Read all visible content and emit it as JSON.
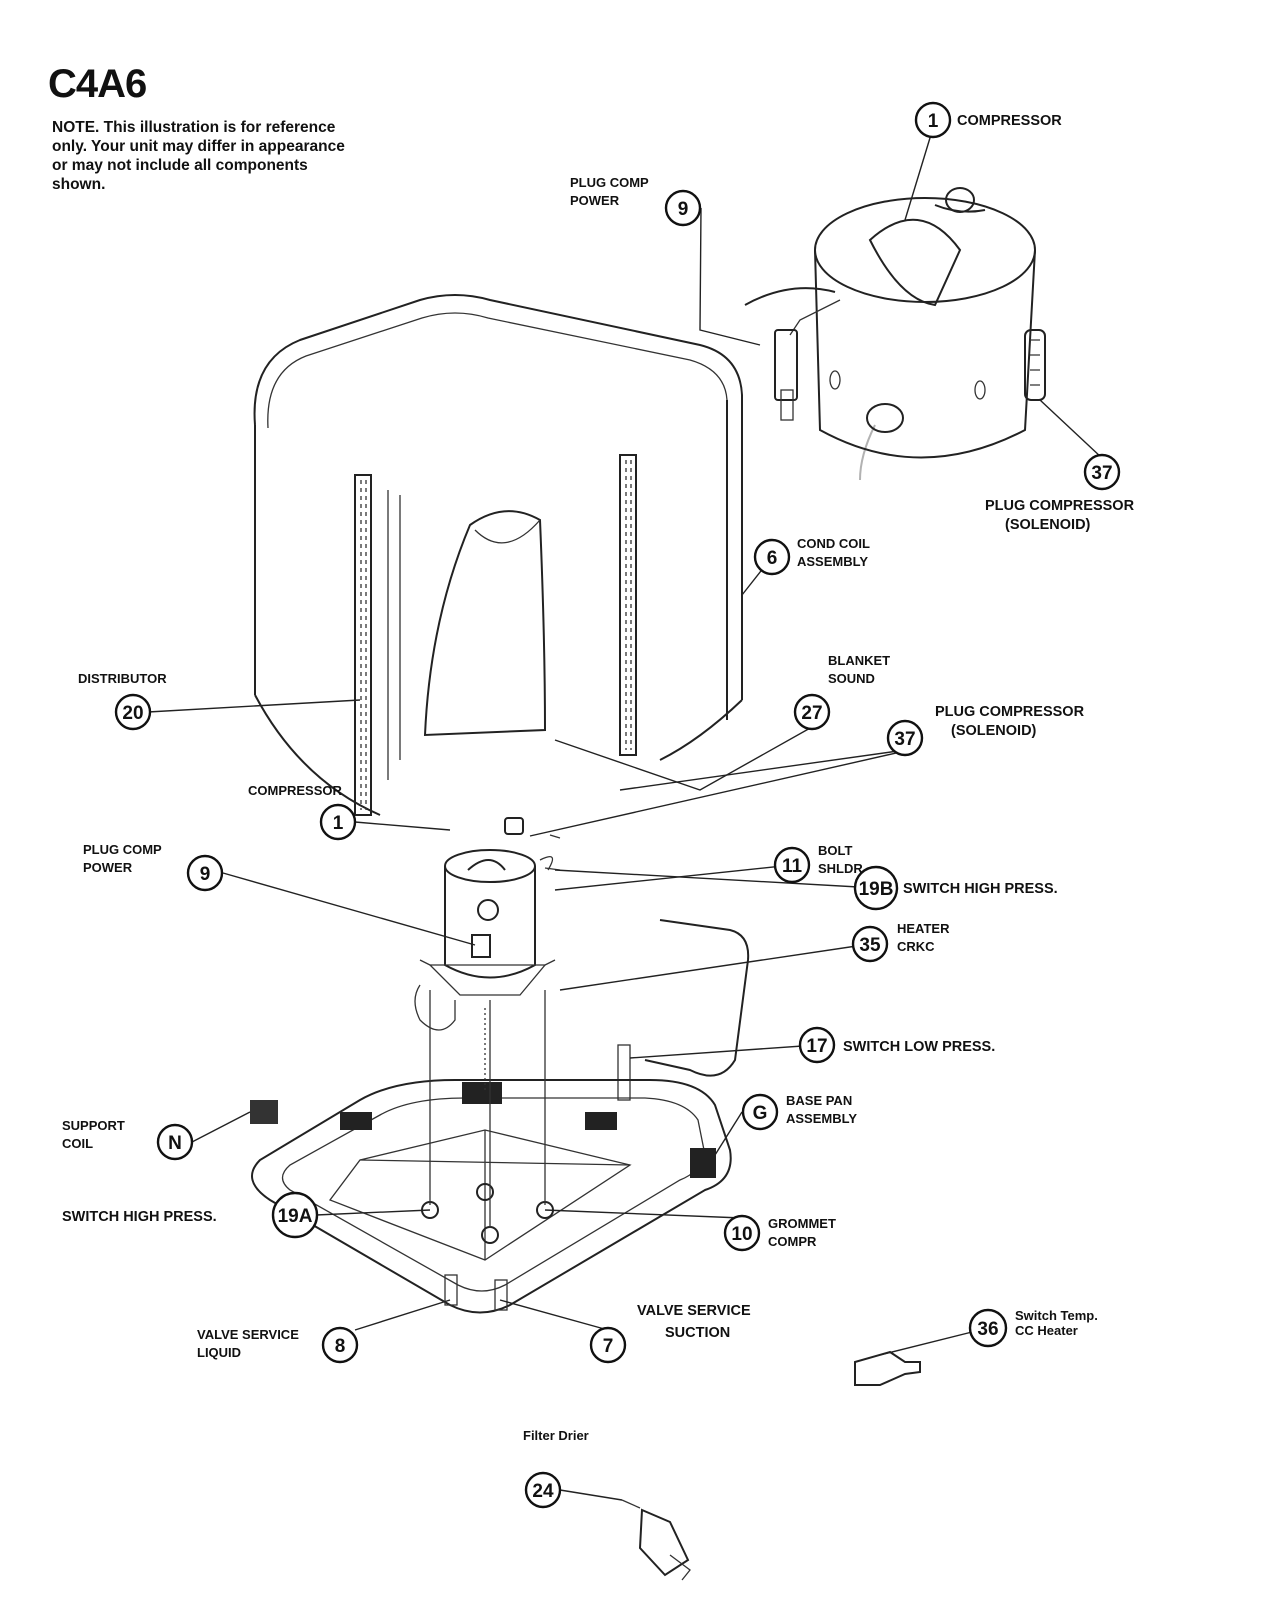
{
  "title": "C4A6",
  "note": "NOTE. This illustration is for reference only. Your unit may differ in appearance or may not include all components shown.",
  "callouts": [
    {
      "num": "1",
      "lines": [
        "COMPRESSOR"
      ]
    },
    {
      "num": "9",
      "lines": [
        "PLUG COMP",
        "POWER"
      ]
    },
    {
      "num": "37",
      "lines": [
        "PLUG COMPRESSOR",
        "(SOLENOID)"
      ]
    },
    {
      "num": "6",
      "lines": [
        "COND COIL",
        "ASSEMBLY"
      ]
    },
    {
      "num": "20",
      "lines": [
        "DISTRIBUTOR"
      ]
    },
    {
      "num": "27",
      "lines": [
        "BLANKET",
        "SOUND"
      ]
    },
    {
      "num": "37",
      "lines": [
        "PLUG COMPRESSOR",
        "(SOLENOID)"
      ]
    },
    {
      "num": "1",
      "lines": [
        "COMPRESSOR"
      ]
    },
    {
      "num": "19B",
      "lines": [
        "SWITCH HIGH PRESS."
      ]
    },
    {
      "num": "9",
      "lines": [
        "PLUG COMP",
        "POWER"
      ]
    },
    {
      "num": "11",
      "lines": [
        "BOLT",
        "SHLDR"
      ]
    },
    {
      "num": "35",
      "lines": [
        "HEATER",
        "CRKC"
      ]
    },
    {
      "num": "17",
      "lines": [
        "SWITCH LOW PRESS."
      ]
    },
    {
      "num": "N",
      "lines": [
        "SUPPORT",
        "COIL"
      ]
    },
    {
      "num": "G",
      "lines": [
        "BASE PAN",
        "ASSEMBLY"
      ]
    },
    {
      "num": "10",
      "lines": [
        "GROMMET",
        "COMPR"
      ]
    },
    {
      "num": "19A",
      "lines": [
        "SWITCH HIGH PRESS."
      ]
    },
    {
      "num": "7",
      "lines": [
        "VALVE SERVICE",
        "SUCTION"
      ]
    },
    {
      "num": "8",
      "lines": [
        "VALVE SERVICE",
        "LIQUID"
      ]
    },
    {
      "num": "36",
      "lines": [
        "Switch Temp.",
        "CC Heater"
      ]
    },
    {
      "num": "24",
      "lines": [
        "Filter Drier"
      ]
    }
  ]
}
